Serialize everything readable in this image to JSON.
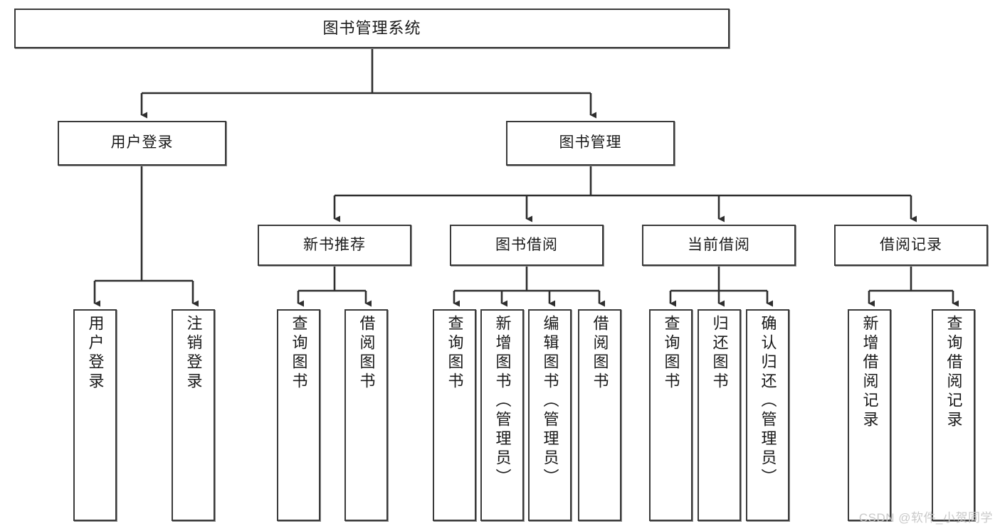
{
  "diagram": {
    "title": "图书管理系统",
    "type": "hierarchy-tree",
    "levels": 4,
    "root": {
      "id": "root",
      "label": "图书管理系统"
    },
    "level2": [
      {
        "id": "user-login",
        "label": "用户登录"
      },
      {
        "id": "book-manage",
        "label": "图书管理"
      }
    ],
    "level3": [
      {
        "id": "new-book-rec",
        "label": "新书推荐"
      },
      {
        "id": "book-borrow",
        "label": "图书借阅"
      },
      {
        "id": "current-borrow",
        "label": "当前借阅"
      },
      {
        "id": "borrow-record",
        "label": "借阅记录"
      }
    ],
    "leaves": {
      "user_login": [
        {
          "id": "leaf-user-login",
          "label": "用户登录"
        },
        {
          "id": "leaf-logout",
          "label": "注销登录"
        }
      ],
      "new_book_rec": [
        {
          "id": "leaf-query-book-1",
          "label": "查询图书"
        },
        {
          "id": "leaf-borrow-book-1",
          "label": "借阅图书"
        }
      ],
      "book_borrow": [
        {
          "id": "leaf-query-book-2",
          "label": "查询图书"
        },
        {
          "id": "leaf-add-book",
          "label": "新增图书（管理员）"
        },
        {
          "id": "leaf-edit-book",
          "label": "编辑图书（管理员）"
        },
        {
          "id": "leaf-borrow-book-2",
          "label": "借阅图书"
        }
      ],
      "current_borrow": [
        {
          "id": "leaf-query-book-3",
          "label": "查询图书"
        },
        {
          "id": "leaf-return-book",
          "label": "归还图书"
        },
        {
          "id": "leaf-confirm-return",
          "label": "确认归还（管理员）"
        }
      ],
      "borrow_record": [
        {
          "id": "leaf-add-record",
          "label": "新增借阅记录"
        },
        {
          "id": "leaf-query-record",
          "label": "查询借阅记录"
        }
      ]
    }
  },
  "watermark": {
    "text": "CSDN @软件_小贺同学"
  },
  "colors": {
    "box_border": "#3a3a3a",
    "box_fill": "#ffffff",
    "line": "#2e2e2e",
    "text": "#1a1a1a",
    "watermark": "#c9c9c9",
    "background": "#ffffff"
  }
}
